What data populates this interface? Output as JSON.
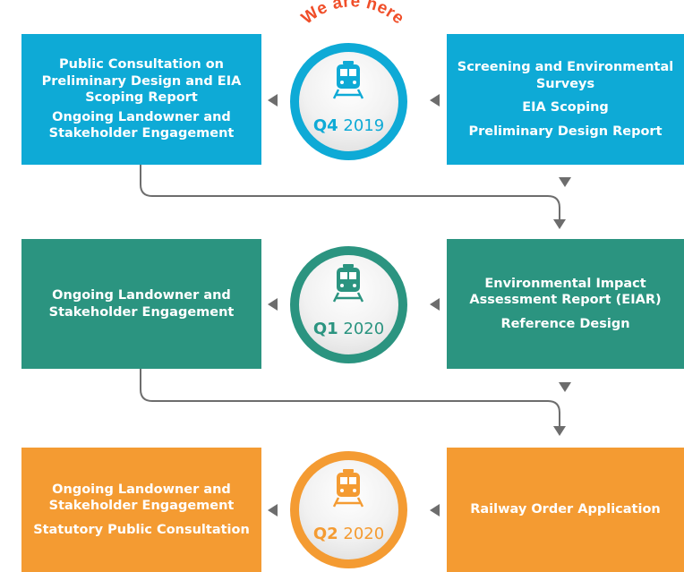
{
  "colors": {
    "row1": "#0eaad6",
    "row2": "#2b9480",
    "row3": "#f49b32",
    "highlight": "#f04e29",
    "arrow": "#6d6d6d"
  },
  "highlight_label": "We are here",
  "rows": [
    {
      "left_items": [
        "Public Consultation on Preliminary Design and EIA Scoping Report",
        "Ongoing Landowner and Stakeholder Engagement"
      ],
      "right_items": [
        "Screening and Environmental Surveys",
        "EIA Scoping",
        "Preliminary Design Report"
      ],
      "quarter": "Q4",
      "year": "2019",
      "icon": "train-icon"
    },
    {
      "left_items": [
        "Ongoing Landowner and Stakeholder Engagement"
      ],
      "right_items": [
        "Environmental Impact Assessment Report (EIAR)",
        "Reference Design"
      ],
      "quarter": "Q1",
      "year": "2020",
      "icon": "train-icon"
    },
    {
      "left_items": [
        "Ongoing Landowner and Stakeholder Engagement",
        "Statutory Public Consultation"
      ],
      "right_items": [
        "Railway Order Application"
      ],
      "quarter": "Q2",
      "year": "2020",
      "icon": "train-icon"
    }
  ]
}
